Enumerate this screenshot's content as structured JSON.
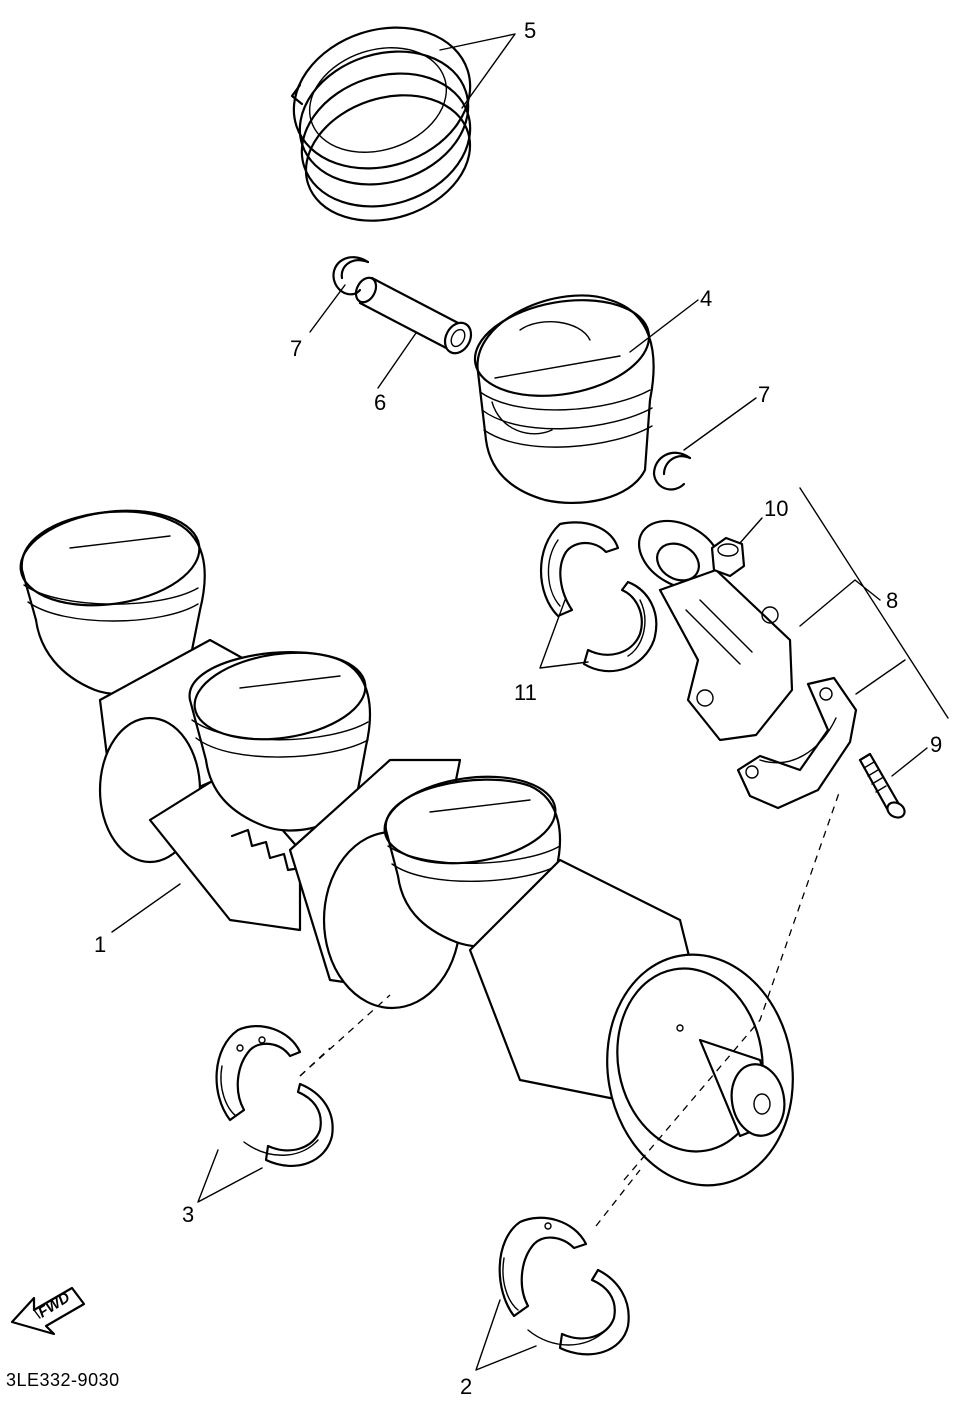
{
  "figure_code": "3LE332-9030",
  "fwd_label": "FWD",
  "callouts": {
    "c1": "1",
    "c2": "2",
    "c3": "3",
    "c4": "4",
    "c5": "5",
    "c6": "6",
    "c7a": "7",
    "c7b": "7",
    "c8": "8",
    "c9": "9",
    "c10": "10",
    "c11": "11"
  },
  "icons": {
    "fwd_arrow": "fwd-arrow-icon"
  },
  "colors": {
    "line": "#000000",
    "background": "#ffffff"
  }
}
